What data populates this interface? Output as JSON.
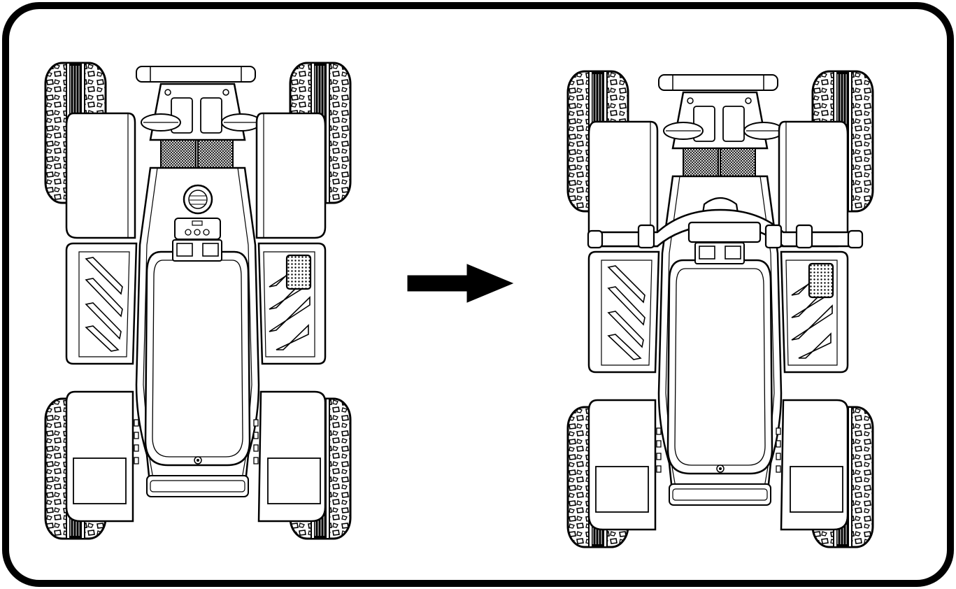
{
  "diagram": {
    "panels": [
      {
        "id": "before",
        "handlebar": false
      },
      {
        "id": "after",
        "handlebar": true
      }
    ],
    "arrow": {
      "direction": "right"
    },
    "colors": {
      "stroke": "#000000",
      "fill": "#ffffff"
    },
    "icons": [
      "atv-top-view",
      "arrow-right-icon",
      "handlebar"
    ]
  }
}
